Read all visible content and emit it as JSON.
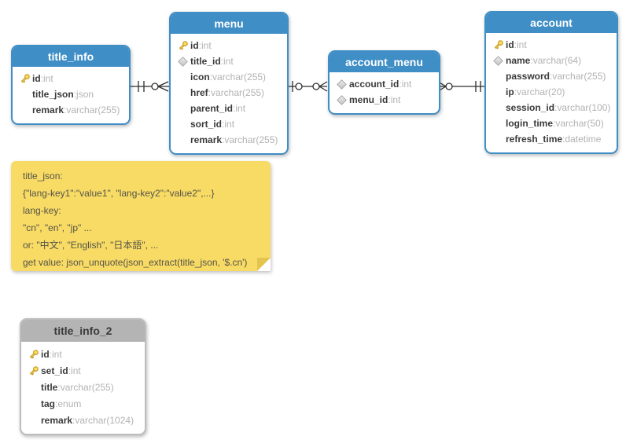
{
  "ui": {
    "separator": ": "
  },
  "colors": {
    "table_header_blue": "#3f8ec6",
    "table_header_gray": "#b4b4b4",
    "note_yellow": "#f8db64",
    "key_icon_gold": "#fbdc5c",
    "connector_line": "#2e2e2e"
  },
  "tables": [
    {
      "name": "title_info",
      "variant": "blue",
      "fields": [
        {
          "icon": "key",
          "name": "id",
          "type": "int"
        },
        {
          "icon": "none",
          "name": "title_json",
          "type": "json"
        },
        {
          "icon": "none",
          "name": "remark",
          "type": "varchar(255)"
        }
      ]
    },
    {
      "name": "menu",
      "variant": "blue",
      "fields": [
        {
          "icon": "key",
          "name": "id",
          "type": "int"
        },
        {
          "icon": "diamond",
          "name": "title_id",
          "type": "int"
        },
        {
          "icon": "none",
          "name": "icon",
          "type": "varchar(255)"
        },
        {
          "icon": "none",
          "name": "href",
          "type": "varchar(255)"
        },
        {
          "icon": "none",
          "name": "parent_id",
          "type": "int"
        },
        {
          "icon": "none",
          "name": "sort_id",
          "type": "int"
        },
        {
          "icon": "none",
          "name": "remark",
          "type": "varchar(255)"
        }
      ]
    },
    {
      "name": "account_menu",
      "variant": "blue",
      "fields": [
        {
          "icon": "diamond",
          "name": "account_id",
          "type": "int"
        },
        {
          "icon": "diamond",
          "name": "menu_id",
          "type": "int"
        }
      ]
    },
    {
      "name": "account",
      "variant": "blue",
      "fields": [
        {
          "icon": "key",
          "name": "id",
          "type": "int"
        },
        {
          "icon": "diamond",
          "name": "name",
          "type": "varchar(64)"
        },
        {
          "icon": "none",
          "name": "password",
          "type": "varchar(255)"
        },
        {
          "icon": "none",
          "name": "ip",
          "type": "varchar(20)"
        },
        {
          "icon": "none",
          "name": "session_id",
          "type": "varchar(100)"
        },
        {
          "icon": "none",
          "name": "login_time",
          "type": "varchar(50)"
        },
        {
          "icon": "none",
          "name": "refresh_time",
          "type": "datetime"
        }
      ]
    },
    {
      "name": "title_info_2",
      "variant": "gray",
      "fields": [
        {
          "icon": "key",
          "name": "id",
          "type": "int"
        },
        {
          "icon": "key",
          "name": "set_id",
          "type": "int"
        },
        {
          "icon": "none",
          "name": "title",
          "type": "varchar(255)"
        },
        {
          "icon": "none",
          "name": "tag",
          "type": "enum"
        },
        {
          "icon": "none",
          "name": "remark",
          "type": "varchar(1024)"
        }
      ]
    }
  ],
  "note": {
    "lines": [
      "title_json:",
      "{\"lang-key1\":\"value1\", \"lang-key2\":\"value2\",...}",
      "lang-key:",
      "\"cn\", \"en\", \"jp\" ...",
      "or: \"中文\", \"English\", \"日本語\", ...",
      "get value: json_unquote(json_extract(title_json, '$.cn')"
    ]
  },
  "relationships": [
    {
      "from": "title_info",
      "to": "menu",
      "from_cardinality": "one",
      "to_cardinality": "zero-or-many"
    },
    {
      "from": "menu",
      "to": "account_menu",
      "from_cardinality": "zero-or-one",
      "to_cardinality": "zero-or-many"
    },
    {
      "from": "account_menu",
      "to": "account",
      "from_cardinality": "zero-or-many",
      "to_cardinality": "one"
    }
  ]
}
